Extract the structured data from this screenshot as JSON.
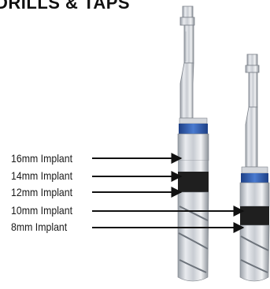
{
  "header": {
    "title": "DRILLS & TAPS"
  },
  "labels": [
    "16mm Implant",
    "14mm Implant",
    "12mm Implant",
    "10mm Implant",
    "8mm Implant"
  ],
  "colors": {
    "band_blue": "#2f5fb2",
    "depth_mark": "#1e1e1e",
    "steel_light": "#e6e8ec",
    "steel_mid": "#bfc4cb",
    "steel_dark": "#8e949c",
    "arrow": "#111111"
  },
  "icons": {
    "arrow": "arrow-right-icon"
  }
}
